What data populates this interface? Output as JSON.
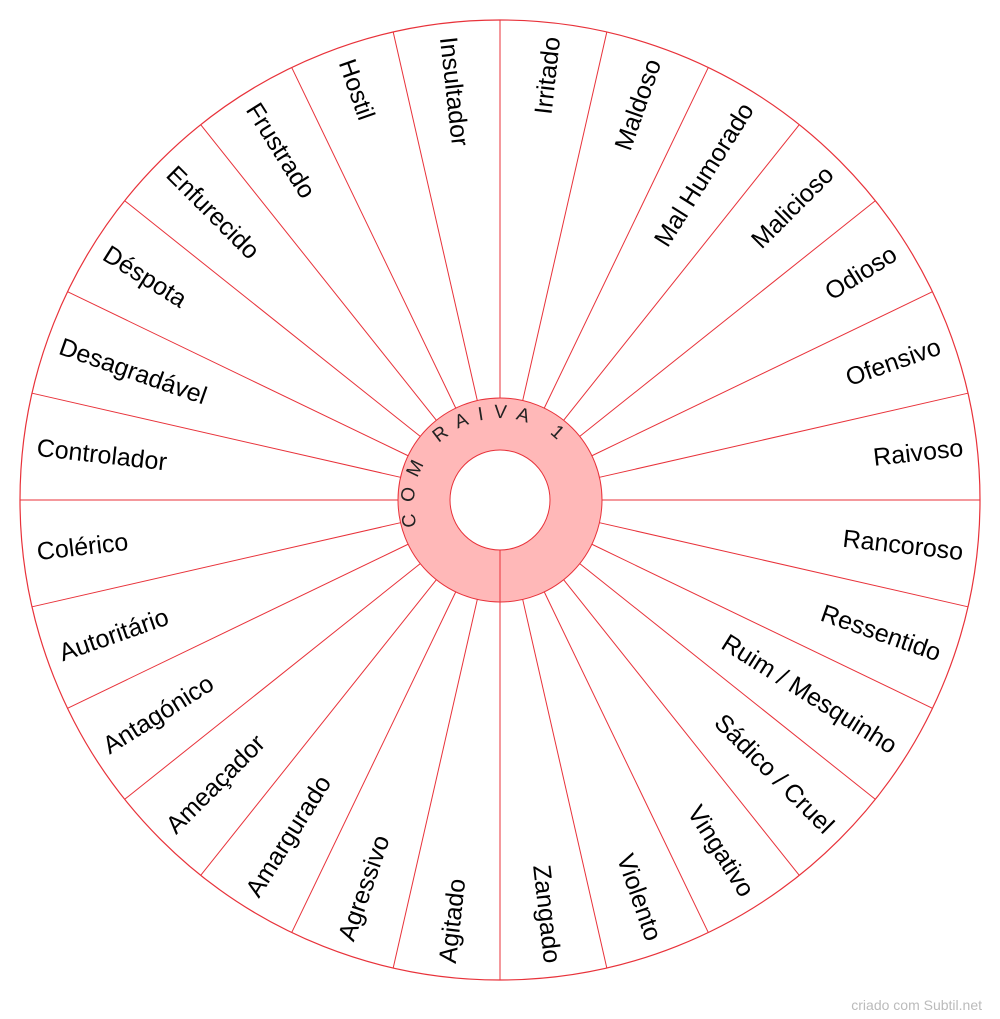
{
  "center": {
    "label": "COM RAIVA 1"
  },
  "words": [
    "Irritado",
    "Maldoso",
    "Mal Humorado",
    "Malicioso",
    "Odioso",
    "Ofensivo",
    "Raivoso",
    "Rancoroso",
    "Ressentido",
    "Ruim / Mesquinho",
    "Sádico / Cruel",
    "Vingativo",
    "Violento",
    "Zangado",
    "Agitado",
    "Agressivo",
    "Amargurado",
    "Ameaçador",
    "Antagónico",
    "Autoritário",
    "Colérico",
    "Controlador",
    "Desagradável",
    "Déspota",
    "Enfurecido",
    "Frustrado",
    "Hostil",
    "Insultador"
  ],
  "colors": {
    "line": "#e8323a",
    "center_fill": "#ffb8b8",
    "text": "#000000"
  },
  "footer": {
    "credit": "criado com Subtil.net"
  }
}
